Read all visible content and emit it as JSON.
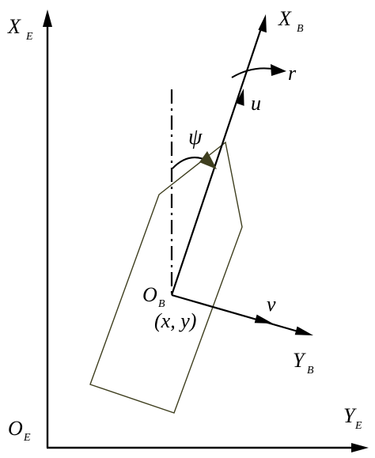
{
  "labels": {
    "earth_x": {
      "main": "X",
      "sub": "E"
    },
    "earth_y": {
      "main": "Y",
      "sub": "E"
    },
    "earth_origin": {
      "main": "O",
      "sub": "E"
    },
    "body_x": {
      "main": "X",
      "sub": "B"
    },
    "body_y": {
      "main": "Y",
      "sub": "B"
    },
    "body_origin": {
      "main": "O",
      "sub": "B"
    },
    "position": "(x, y)",
    "heading": "ψ",
    "surge": "u",
    "sway": "v",
    "yaw_rate": "r"
  },
  "colors": {
    "line": "#000000",
    "hull": "#3f3f1f",
    "heading_arrow": "#3f3f1f",
    "background": "#ffffff"
  }
}
